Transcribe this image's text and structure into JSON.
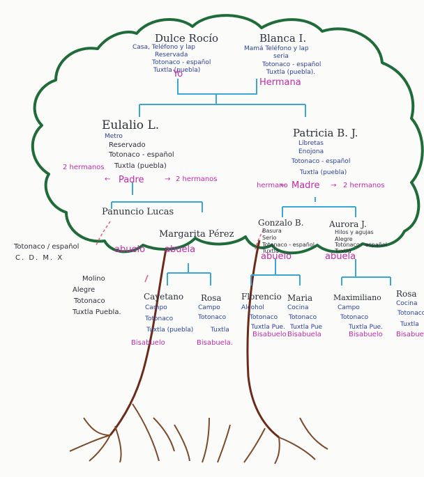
{
  "parents": {
    "left": {
      "name": "Dulce Rocío",
      "traits": [
        "Casa, Teléfono y lap",
        "Reservada",
        "Totonaco - español",
        "Tuxtla (puebla)"
      ],
      "role": "Yo"
    },
    "right": {
      "name": "Blanca I.",
      "traits": [
        "Mamá Teléfono y lap",
        "seria",
        "Totonaco - español",
        "Tuxtla (puebla)."
      ],
      "role": "Hermana"
    }
  },
  "gen2": {
    "left": {
      "name": "Eulalio L.",
      "traits": [
        "Metro",
        "Reservado",
        "Totonaco - español",
        "Tuxtla (puebla)"
      ],
      "role": "Padre",
      "sib_left": "2 hermanos",
      "sib_right": "2 hermanos"
    },
    "right": {
      "name": "Patricia B. J.",
      "traits": [
        "Libretas",
        "Enojona",
        "Totonaco - español",
        "Tuxtla (puebla)"
      ],
      "role": "Madre",
      "sib_left": "hermano",
      "sib_right": "2 hermanos"
    }
  },
  "grandparents": {
    "pan": {
      "name": "Panuncio Lucas"
    },
    "mar": {
      "name": "Margarita Pérez",
      "role": "abuela"
    },
    "pan_role": "abuelo",
    "gon": {
      "name": "Gonzalo B.",
      "traits": [
        "Basura",
        "Serio",
        "Totonaco - español",
        "Tuxtla"
      ],
      "role": "abuelo"
    },
    "aur": {
      "name": "Aurora J.",
      "traits": [
        "Hilos y agujas",
        "Alegre",
        "Totonaco - español",
        "Tuxtla"
      ],
      "role": "abuela"
    }
  },
  "side_note": {
    "line1": "Totonaco / español",
    "line2": "C. D. M. X"
  },
  "pan_traits": [
    "Molino",
    "Alegre",
    "Totonaco",
    "Tuxtla Puebla."
  ],
  "great": [
    {
      "name": "Cayetano",
      "traits": [
        "Campo",
        "Totonaco",
        "Tuxtla (puebla)"
      ],
      "role": "Bisabuelo"
    },
    {
      "name": "Rosa",
      "traits": [
        "Campo",
        "Totonaco",
        "Tuxtla"
      ],
      "role": "Bisabuela."
    },
    {
      "name": "Florencio",
      "traits": [
        "Alcohol",
        "Totonaco",
        "Tuxtla Pue."
      ],
      "role": "Bisabuelo"
    },
    {
      "name": "Maria",
      "traits": [
        "Cocina",
        "Totonaco",
        "Tuxtla Pue"
      ],
      "role": "Bisabuela"
    },
    {
      "name": "Maximiliano",
      "traits": [
        "Campo",
        "Totonaco",
        "Tuxtla Pue."
      ],
      "role": "Bisabuelo"
    },
    {
      "name": "Rosa",
      "traits": [
        "Cocina",
        "Totonaco",
        "Tuxtla"
      ],
      "role": "Bisabuela"
    }
  ],
  "colors": {
    "canopy": "#1f6b3a",
    "connector": "#3aa6d8",
    "trunk": "#6b2a1a",
    "name_ink": "#2a2f3a",
    "trait_ink": "#2a3f9a",
    "role_ink": "#c02aa8"
  }
}
